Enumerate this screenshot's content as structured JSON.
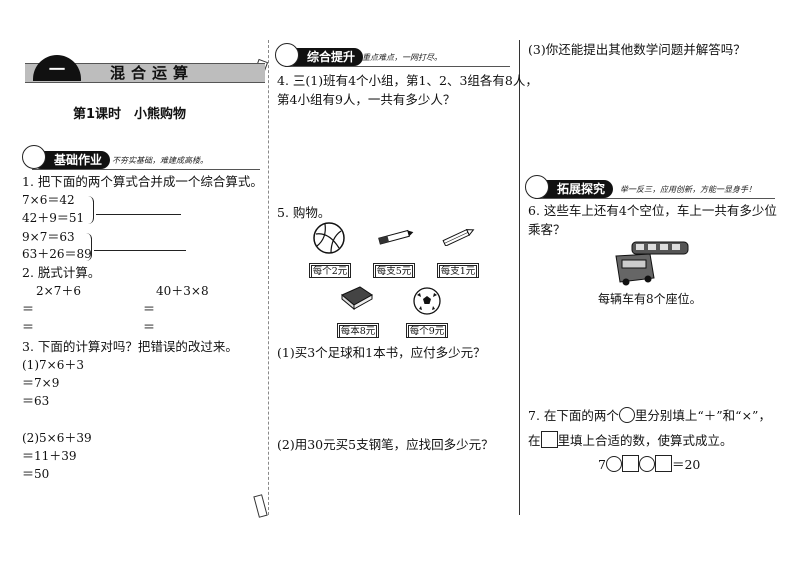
{
  "header": {
    "unit_number": "一",
    "unit_title": "混合运算",
    "lesson": "第1课时　小熊购物"
  },
  "sections": {
    "basic": {
      "title": "基础作业",
      "note": "不夯实基础，难建成高楼。"
    },
    "combo": {
      "title": "综合提升",
      "note": "重点难点，一网打尽。"
    },
    "explore": {
      "title": "拓展探究",
      "note": "举一反三，应用创新，方能一显身手！"
    }
  },
  "q1": {
    "prompt": "1. 把下面的两个算式合并成一个综合算式。",
    "a1": "7×6＝42",
    "a2": "42＋9＝51",
    "b1": "9×7＝63",
    "b2": "63＋26＝89"
  },
  "q2": {
    "prompt": "2. 脱式计算。",
    "e1": "2×7＋6",
    "e2": "40＋3×8",
    "eq": "＝"
  },
  "q3": {
    "prompt": "3. 下面的计算对吗？把错误的改过来。",
    "p1": [
      "(1)7×6＋3",
      "＝7×9",
      "＝63"
    ],
    "p2": [
      "(2)5×6＋39",
      "＝11＋39",
      "＝50"
    ]
  },
  "q4": {
    "line1": "4. 三(1)班有4个小组，第1、2、3组各有8人，",
    "line2": "第4小组有9人，一共有多少人？"
  },
  "q5": {
    "prompt": "5. 购物。",
    "labels": [
      "每个2元",
      "每支5元",
      "每支1元",
      "每本8元",
      "每个9元"
    ],
    "icons": [
      "volleyball-icon",
      "pen-icon",
      "pencil-icon",
      "book-icon",
      "football-icon"
    ],
    "sub1": "(1)买3个足球和1本书，应付多少元？",
    "sub2": "(2)用30元买5支钢笔，应找回多少元？"
  },
  "q5_3": "(3)你还能提出其他数学问题并解答吗？",
  "q6": {
    "line1": "6. 这些车上还有4个空位，车上一共有多少位",
    "line2": "乘客？",
    "caption": "每辆车有8个座位。",
    "icon": "bus-icon"
  },
  "q7": {
    "line1": "7. 在下面的两个",
    "line1b": "里分别填上“＋”和“×”，",
    "line2a": "在",
    "line2b": "里填上合适的数，使算式成立。",
    "eq_start": "7",
    "eq_end": "＝20"
  }
}
